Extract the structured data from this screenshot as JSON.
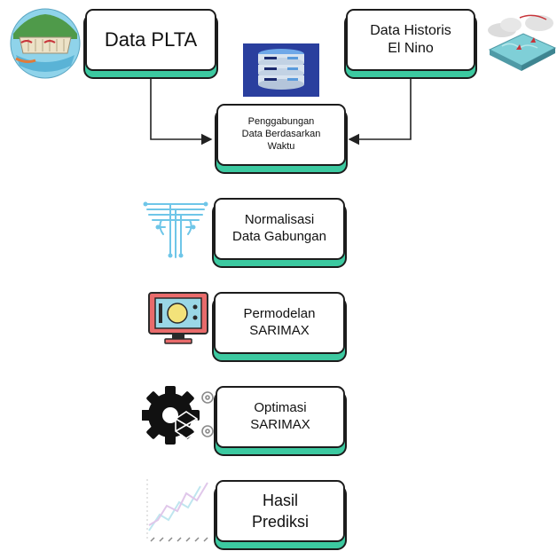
{
  "nodes": {
    "plta": "Data PLTA",
    "elnino_line1": "Data Historis",
    "elnino_line2": "El Nino",
    "merge_line1": "Penggabungan",
    "merge_line2": "Data Berdasarkan",
    "merge_line3": "Waktu",
    "normalize_line1": "Normalisasi",
    "normalize_line2": "Data Gabungan",
    "model_line1": "Permodelan",
    "model_line2": "SARIMAX",
    "optimize_line1": "Optimasi",
    "optimize_line2": "SARIMAX",
    "result_line1": "Hasil",
    "result_line2": "Prediksi"
  },
  "icons": {
    "plta": "dam-icon",
    "elnino": "map-weather-icon",
    "database": "database-icon",
    "normalize": "circuit-icon",
    "model": "monitor-icon",
    "optimize": "gears-icon",
    "result": "line-chart-icon"
  },
  "colors": {
    "accent": "#3cc9a0",
    "border": "#1c1c1c",
    "database": "#2a3f9e"
  }
}
